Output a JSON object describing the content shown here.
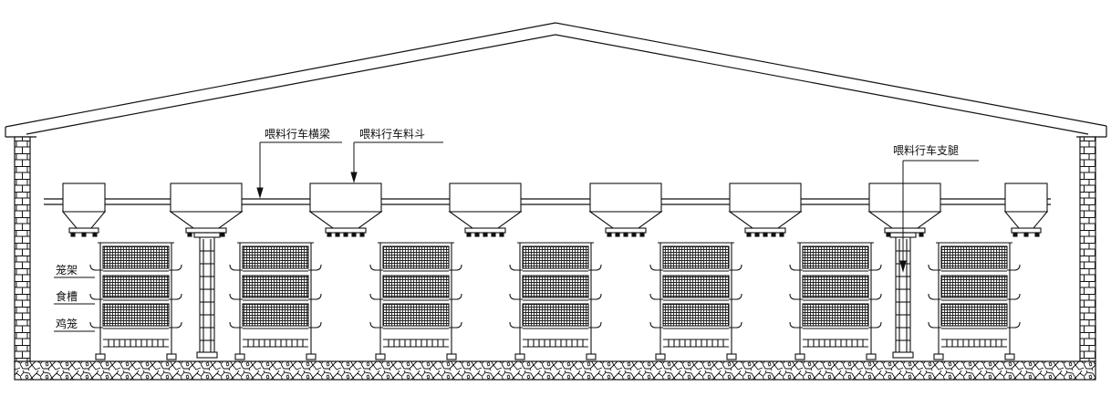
{
  "labels": {
    "beam": "喂料行车横梁",
    "hopper": "喂料行车料斗",
    "support_leg": "喂料行车支腿",
    "cage_frame": "笼架",
    "feed_trough": "食槽",
    "chicken_cage": "鸡笼"
  },
  "colors": {
    "line": "#111111",
    "cage_mesh": "#333333",
    "background": "#ffffff"
  }
}
